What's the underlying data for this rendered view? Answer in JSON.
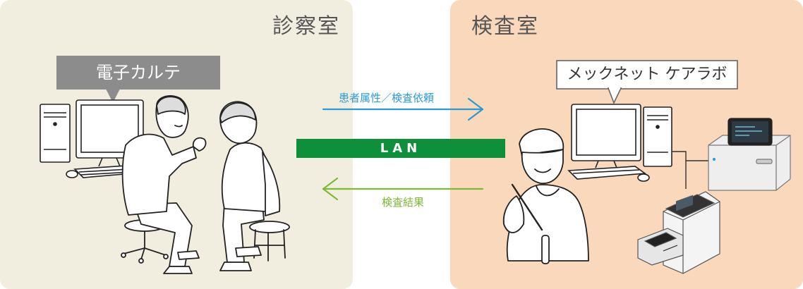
{
  "rooms": {
    "exam_room": "診察室",
    "lab_room": "検査室"
  },
  "labels": {
    "ehr": "電子カルテ",
    "lab_system": "メックネット ケアラボ"
  },
  "connection": {
    "network": "LAN",
    "request": "患者属性／検査依頼",
    "result": "検査結果"
  },
  "colors": {
    "exam_bg": "#f2eedf",
    "lab_bg": "#fad8bb",
    "lan_bar": "#0e8f3a",
    "request_arrow": "#2a9ad6",
    "result_arrow": "#7cb934",
    "ehr_label_bg": "#8c8c8c"
  }
}
